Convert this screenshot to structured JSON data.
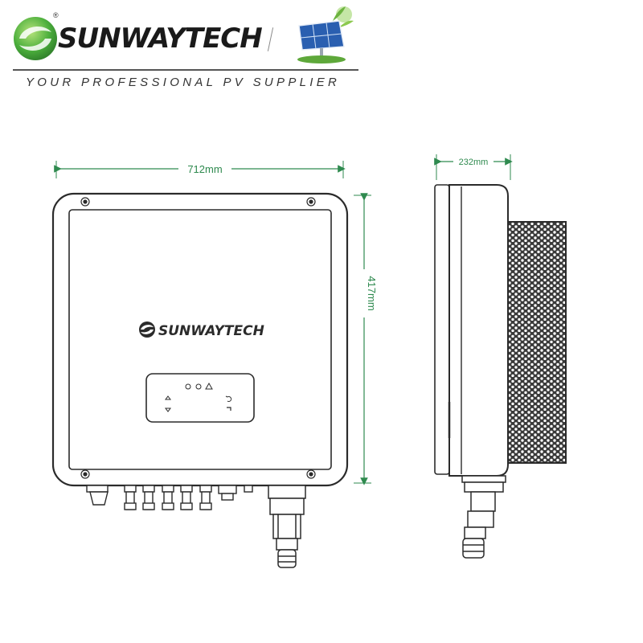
{
  "header": {
    "brand": "SUNWAYTECH",
    "registered": "®",
    "tagline": "YOUR PROFESSIONAL PV SUPPLIER"
  },
  "front_view": {
    "width_label": "712mm",
    "height_label": "417mm",
    "panel_brand": "SUNWAYTECH"
  },
  "side_view": {
    "depth_label": "232mm"
  },
  "colors": {
    "dimension_line": "#2f8a4f",
    "logo_green": "#4caf3c",
    "outline": "#2b2b2b"
  },
  "icons": [
    "sunwaytech-logo-icon",
    "solar-panel-icon"
  ]
}
